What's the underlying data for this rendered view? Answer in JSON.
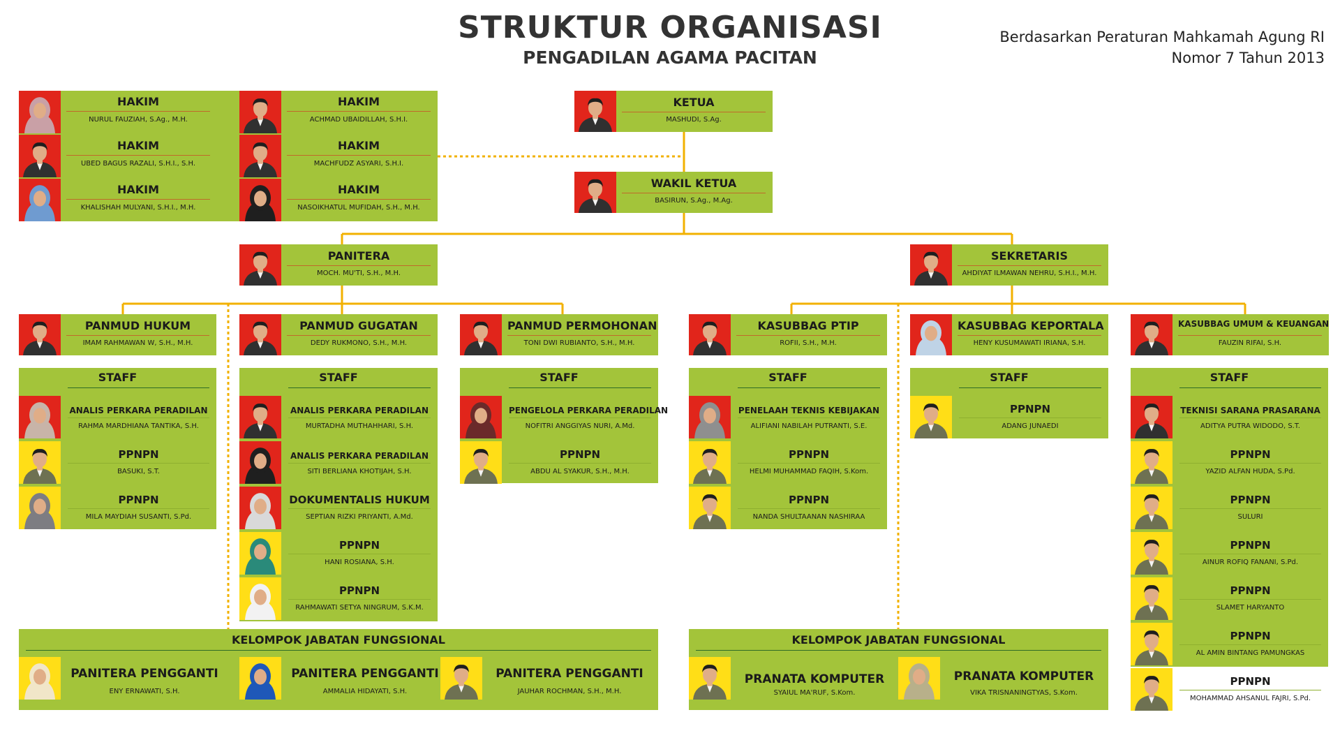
{
  "title": "STRUKTUR ORGANISASI",
  "subtitle": "PENGADILAN AGAMA PACITAN",
  "basis": {
    "line1": "Berdasarkan Peraturan Mahkamah Agung RI",
    "line2": "Nomor 7 Tahun 2013"
  },
  "colors": {
    "box": "#a3c43a",
    "line": "#f2b100",
    "title": "#333333"
  },
  "hakim": [
    {
      "role": "HAKIM",
      "name": "NURUL FAUZIAH, S.Ag., M.H."
    },
    {
      "role": "HAKIM",
      "name": "ACHMAD UBAIDILLAH, S.H.I."
    },
    {
      "role": "HAKIM",
      "name": "UBED BAGUS RAZALI, S.H.I., S.H."
    },
    {
      "role": "HAKIM",
      "name": "MACHFUDZ ASYARI, S.H.I."
    },
    {
      "role": "HAKIM",
      "name": "KHALISHAH MULYANI, S.H.I., M.H."
    },
    {
      "role": "HAKIM",
      "name": "NASOIKHATUL MUFIDAH, S.H., M.H."
    }
  ],
  "ketua": {
    "role": "KETUA",
    "name": "MASHUDI, S.Ag."
  },
  "wakil": {
    "role": "WAKIL KETUA",
    "name": "BASIRUN, S.Ag., M.Ag."
  },
  "panitera": {
    "role": "PANITERA",
    "name": "MOCH. MU'TI, S.H., M.H."
  },
  "sekretaris": {
    "role": "SEKRETARIS",
    "name": "AHDIYAT ILMAWAN NEHRU, S.H.I., M.H."
  },
  "panmud": [
    {
      "role": "PANMUD HUKUM",
      "name": "IMAM RAHMAWAN W, S.H., M.H."
    },
    {
      "role": "PANMUD GUGATAN",
      "name": "DEDY RUKMONO, S.H., M.H."
    },
    {
      "role": "PANMUD PERMOHONAN",
      "name": "TONI DWI RUBIANTO, S.H., M.H."
    }
  ],
  "kasubbag": [
    {
      "role": "KASUBBAG PTIP",
      "name": "ROFII, S.H., M.H."
    },
    {
      "role": "KASUBBAG KEPORTALA",
      "name": "HENY KUSUMAWATI IRIANA, S.H."
    },
    {
      "role": "KASUBBAG UMUM & KEUANGAN",
      "name": "FAUZIN RIFAI, S.H."
    }
  ],
  "staff_label": "STAFF",
  "staff": [
    {
      "members": [
        {
          "role": "ANALIS PERKARA PERADILAN",
          "name": "RAHMA MARDHIANA TANTIKA, S.H."
        },
        {
          "role": "PPNPN",
          "name": "BASUKI, S.T."
        },
        {
          "role": "PPNPN",
          "name": "MILA MAYDIAH SUSANTI, S.Pd."
        }
      ]
    },
    {
      "members": [
        {
          "role": "ANALIS PERKARA PERADILAN",
          "name": "MURTADHA MUTHAHHARI, S.H."
        },
        {
          "role": "ANALIS PERKARA PERADILAN",
          "name": "SITI BERLIANA KHOTIJAH, S.H."
        },
        {
          "role": "DOKUMENTALIS HUKUM",
          "name": "SEPTIAN RIZKI PRIYANTI, A.Md."
        },
        {
          "role": "PPNPN",
          "name": "HANI ROSIANA, S.H."
        },
        {
          "role": "PPNPN",
          "name": "RAHMAWATI SETYA NINGRUM, S.K.M."
        }
      ]
    },
    {
      "members": [
        {
          "role": "PENGELOLA PERKARA PERADILAN",
          "name": "NOFITRI ANGGIYAS NURI, A.Md."
        },
        {
          "role": "PPNPN",
          "name": "ABDU AL SYAKUR, S.H., M.H."
        }
      ]
    },
    {
      "members": [
        {
          "role": "PENELAAH TEKNIS KEBIJAKAN",
          "name": "ALIFIANI NABILAH PUTRANTI, S.E."
        },
        {
          "role": "PPNPN",
          "name": "HELMI MUHAMMAD FAQIH, S.Kom."
        },
        {
          "role": "PPNPN",
          "name": "NANDA SHULTAANAN NASHIRAA"
        }
      ]
    },
    {
      "members": [
        {
          "role": "PPNPN",
          "name": "ADANG JUNAEDI"
        }
      ]
    },
    {
      "members": [
        {
          "role": "TEKNISI SARANA PRASARANA",
          "name": "ADITYA PUTRA WIDODO, S.T."
        },
        {
          "role": "PPNPN",
          "name": "YAZID ALFAN HUDA, S.Pd."
        },
        {
          "role": "PPNPN",
          "name": "SULURI"
        },
        {
          "role": "PPNPN",
          "name": "AINUR ROFIQ FANANI, S.Pd."
        },
        {
          "role": "PPNPN",
          "name": "SLAMET HARYANTO"
        },
        {
          "role": "PPNPN",
          "name": "AL AMIN BINTANG PAMUNGKAS"
        },
        {
          "role": "PPNPN",
          "name": "MOHAMMAD AHSANUL FAJRI, S.Pd."
        }
      ]
    }
  ],
  "kjf_left": {
    "title": "KELOMPOK JABATAN FUNGSIONAL",
    "members": [
      {
        "role": "PANITERA PENGGANTI",
        "name": "ENY ERNAWATI, S.H."
      },
      {
        "role": "PANITERA PENGGANTI",
        "name": "AMMALIA HIDAYATI, S.H."
      },
      {
        "role": "PANITERA PENGGANTI",
        "name": "JAUHAR ROCHMAN, S.H., M.H."
      }
    ]
  },
  "kjf_right": {
    "title": "KELOMPOK JABATAN FUNGSIONAL",
    "members": [
      {
        "role": "PRANATA KOMPUTER",
        "name": "SYAIUL MA'RUF, S.Kom."
      },
      {
        "role": "PRANATA KOMPUTER",
        "name": "VIKA TRISNANINGTYAS, S.Kom."
      }
    ]
  }
}
